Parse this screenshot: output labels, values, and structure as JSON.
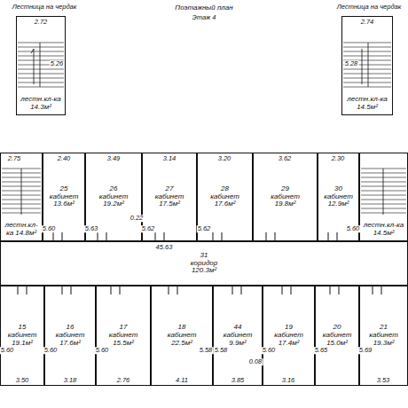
{
  "diagram": {
    "title": "Поэтажный план",
    "nodes": [
      {
        "text": [
          "лестн.кл-ка 14.3м²"
        ]
      },
      {
        "text": [
          "лестн.кл-ка 14.5м²"
        ]
      },
      {
        "text": [
          "лестн.кл-ка 14.8м²"
        ]
      },
      {
        "text": [
          "25",
          "кабинет",
          "13.6м²"
        ]
      },
      {
        "text": [
          "26",
          "кабинет",
          "19.2м²"
        ]
      },
      {
        "text": [
          "27",
          "кабинет",
          "17.5м²"
        ]
      },
      {
        "text": [
          "28",
          "кабинет",
          "17.6м²"
        ]
      },
      {
        "text": [
          "29",
          "кабинет",
          "19.8м²"
        ]
      },
      {
        "text": [
          "30",
          "кабинет",
          "12.9м²"
        ]
      },
      {
        "text": [
          "лестн.кл-ка 14.5м²"
        ]
      },
      {
        "text": [
          "31",
          "коридор",
          "120.3м²"
        ]
      },
      {
        "text": [
          "15",
          "кабинет",
          "19.1м²"
        ]
      },
      {
        "text": [
          "16",
          "кабинет",
          "17.6м²"
        ]
      },
      {
        "text": [
          "17",
          "кабинет",
          "15.5м²"
        ]
      },
      {
        "text": [
          "18",
          "кабинет",
          "22.5м²"
        ]
      },
      {
        "text": [
          "44",
          "кабинет",
          "9.9м²"
        ]
      },
      {
        "text": [
          "19",
          "кабинет",
          "17.4м²"
        ]
      },
      {
        "text": [
          "20",
          "кабинет",
          "15.0м²"
        ]
      },
      {
        "text": [
          "21",
          "кабинет",
          "19.3м²"
        ]
      }
    ],
    "labels": [
      "Этаж 4",
      "Лестница на чердак",
      "Лестница на чердак",
      "2.72",
      "5.26",
      "2.74",
      "5.28",
      "2.75",
      "2.40",
      "3.49",
      "3.14",
      "3.20",
      "3.62",
      "2.30",
      "5.60",
      "5.63",
      "0.22",
      "5.62",
      "5.62",
      "5.60",
      "45.63",
      "3.50",
      "3.18",
      "2.76",
      "4.11",
      "3.85",
      "3.16",
      "3.53",
      "5.60",
      "5.60",
      "5.60",
      "5.58",
      "5.58",
      "0.08",
      "5.60",
      "5.65",
      "5.69"
    ]
  }
}
